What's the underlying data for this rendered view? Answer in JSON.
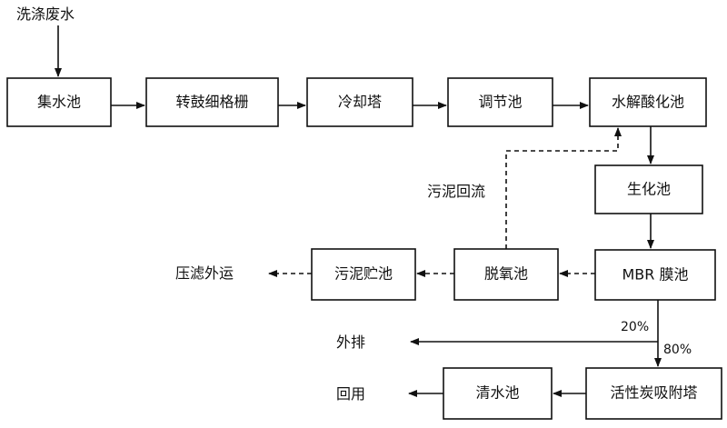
{
  "diagram": {
    "input_label": "洗涤废水",
    "nodes": {
      "collection_tank": "集水池",
      "drum_screen": "转鼓细格栅",
      "cooling_tower": "冷却塔",
      "equalization_tank": "调节池",
      "hydrolysis_tank": "水解酸化池",
      "biochem_tank": "生化池",
      "mbr_tank": "MBR 膜池",
      "deoxygenation_tank": "脱氧池",
      "sludge_storage_tank": "污泥贮池",
      "activated_carbon_tower": "活性炭吸附塔",
      "clear_water_tank": "清水池"
    },
    "labels": {
      "sludge_return": "污泥回流",
      "filter_press_transport": "压滤外运",
      "discharge": "外排",
      "reuse": "回用",
      "pct_discharge": "20%",
      "pct_reuse": "80%"
    }
  }
}
